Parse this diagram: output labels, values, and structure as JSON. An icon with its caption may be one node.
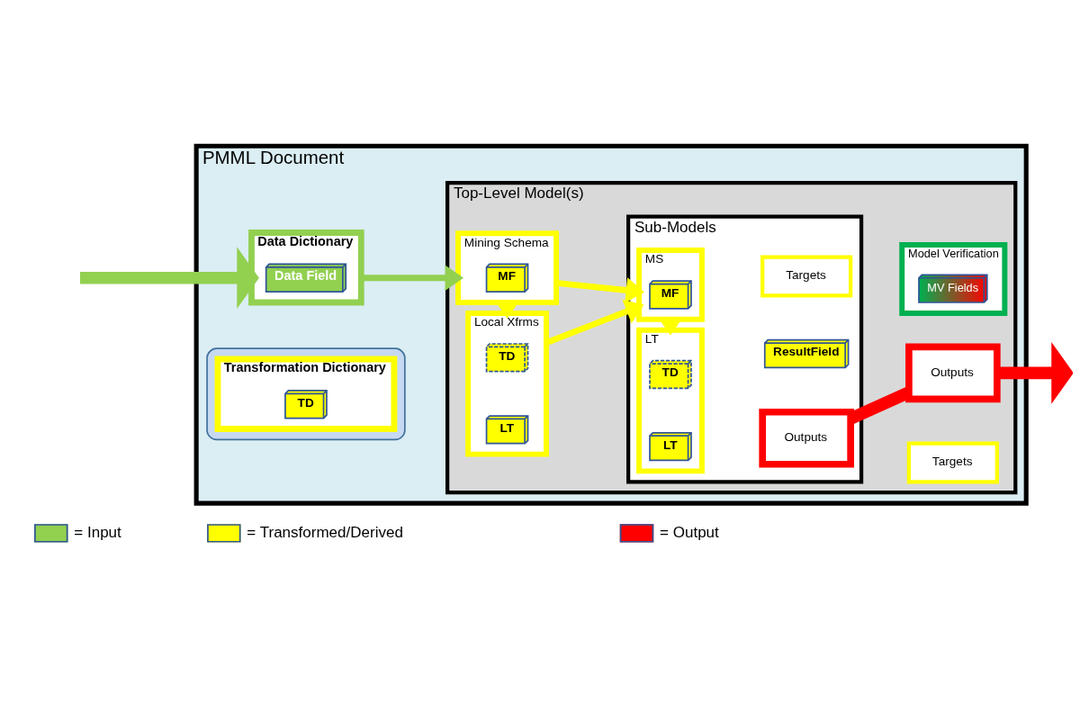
{
  "diagram": {
    "nodes": [
      {
        "text": [
          "PMML Document"
        ]
      },
      {
        "text": [
          "Data Dictionary"
        ],
        "in": 0
      },
      {
        "text": [
          "Data Field"
        ],
        "in": 1
      },
      {
        "text": [],
        "shape": "cloud",
        "in": 0
      },
      {
        "text": [
          "Transformation Dictionary"
        ],
        "in": 3
      },
      {
        "text": [
          "TD"
        ],
        "in": 4
      },
      {
        "text": [
          "Top-Level Model(s)"
        ],
        "in": 0
      },
      {
        "text": [
          "Mining Schema"
        ],
        "in": 6
      },
      {
        "text": [
          "MF"
        ],
        "in": 7
      },
      {
        "text": [
          "Local Xfrms"
        ],
        "in": 6
      },
      {
        "text": [
          "TD"
        ],
        "in": 9
      },
      {
        "text": [
          "LT"
        ],
        "in": 9
      },
      {
        "text": [
          "Sub-Models"
        ],
        "in": 6
      },
      {
        "text": [
          "MS"
        ],
        "in": 12
      },
      {
        "text": [
          "MF"
        ],
        "in": 13
      },
      {
        "text": [
          "LT"
        ],
        "in": 12
      },
      {
        "text": [
          "TD"
        ],
        "in": 15
      },
      {
        "text": [
          "LT"
        ],
        "in": 15
      },
      {
        "text": [
          "Targets"
        ],
        "in": 12
      },
      {
        "text": [
          "ResultField"
        ],
        "in": 12
      },
      {
        "text": [
          "Outputs"
        ],
        "in": 12
      },
      {
        "text": [
          "Model Verification"
        ],
        "in": 6
      },
      {
        "text": [
          "MV Fields"
        ],
        "in": 21
      },
      {
        "text": [
          "Targets"
        ],
        "in": 6
      },
      {
        "text": [
          "Outputs"
        ],
        "in": 6
      }
    ],
    "edges": [
      {
        "from": null,
        "to": 1,
        "arrow": "to",
        "style": "thick",
        "color": "#92d050"
      },
      {
        "from": 1,
        "to": 7,
        "arrow": "to",
        "color": "#92d050"
      },
      {
        "from": 7,
        "to": 9,
        "arrow": "to",
        "color": "#ffff00"
      },
      {
        "from": 7,
        "to": 13,
        "arrow": "to",
        "color": "#ffff00"
      },
      {
        "from": 9,
        "to": 13,
        "arrow": "to",
        "color": "#ffff00"
      },
      {
        "from": 13,
        "to": 15,
        "arrow": "to",
        "color": "#ffff00"
      },
      {
        "from": 20,
        "to": 24,
        "arrow": "none",
        "style": "thick",
        "color": "#ff0000"
      },
      {
        "from": 24,
        "to": null,
        "arrow": "to",
        "style": "thick",
        "color": "#ff0000"
      }
    ],
    "legend": [
      {
        "text": "= Input",
        "color": "#92d050"
      },
      {
        "text": "= Transformed/Derived",
        "color": "#ffff00"
      },
      {
        "text": "= Output",
        "color": "#ff0000"
      }
    ]
  }
}
